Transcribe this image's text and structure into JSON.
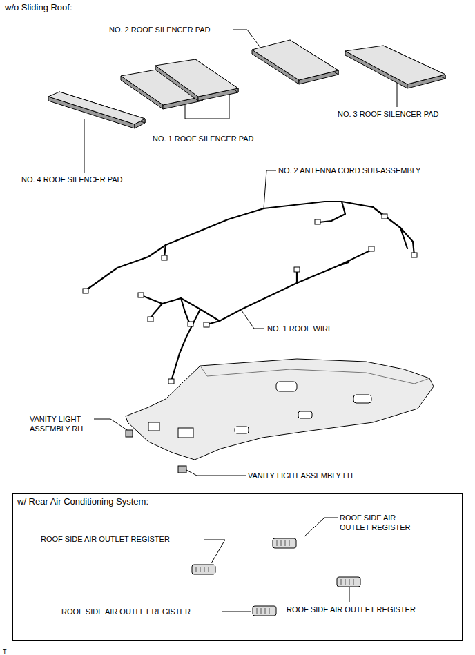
{
  "diagram": {
    "nodes": [
      {
        "text": [
          "w/ Rear Air Conditioning System:"
        ]
      }
    ],
    "labels": [
      "w/o Sliding Roof:",
      "NO. 2 ROOF SILENCER PAD",
      "NO. 1 ROOF SILENCER PAD",
      "NO. 3 ROOF SILENCER PAD",
      "NO. 4 ROOF SILENCER PAD",
      "NO. 2 ANTENNA CORD SUB-ASSEMBLY",
      "NO. 1 ROOF WIRE",
      "VANITY LIGHT ASSEMBLY RH",
      "VANITY LIGHT ASSEMBLY LH",
      "ROOF SIDE AIR OUTLET REGISTER",
      "ROOF SIDE AIR OUTLET REGISTER",
      "ROOF SIDE AIR OUTLET REGISTER",
      "ROOF SIDE AIR OUTLET REGISTER",
      "T"
    ]
  }
}
